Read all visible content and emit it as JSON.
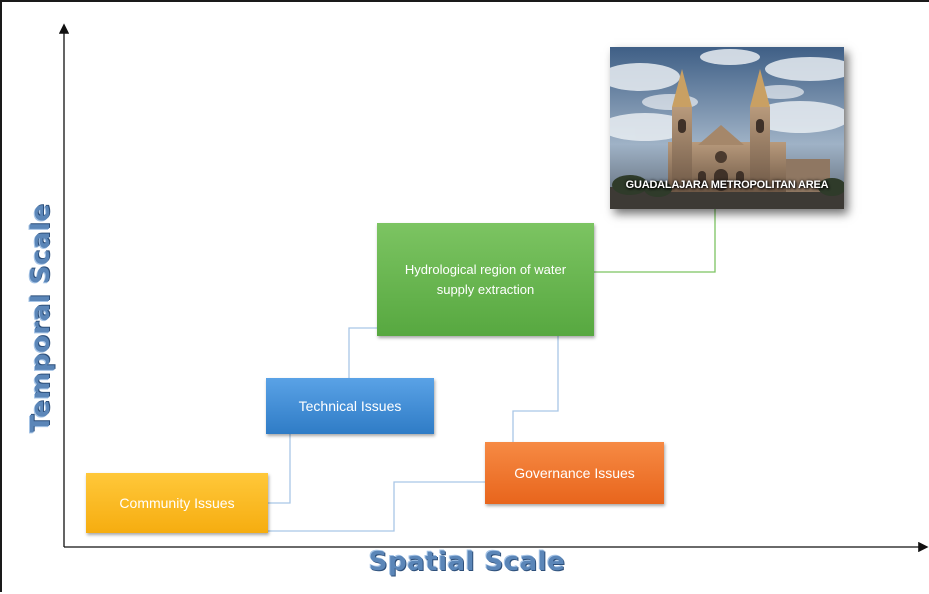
{
  "boxes": {
    "community": "Community Issues",
    "technical": "Technical Issues",
    "hydrological": "Hydrological region of water supply extraction",
    "governance": "Governance Issues"
  },
  "photo": {
    "caption": "GUADALAJARA METROPOLITAN AREA"
  },
  "axes": {
    "x_label": "Spatial Scale",
    "y_label": "Temporal Scale"
  },
  "colors": {
    "community": "#f6ad10",
    "technical": "#2f7cc6",
    "hydrological": "#57a840",
    "governance": "#e8651c",
    "axis_label": "#5b86b8",
    "connector_blue": "#a9c7e6",
    "connector_green": "#7cc462"
  }
}
